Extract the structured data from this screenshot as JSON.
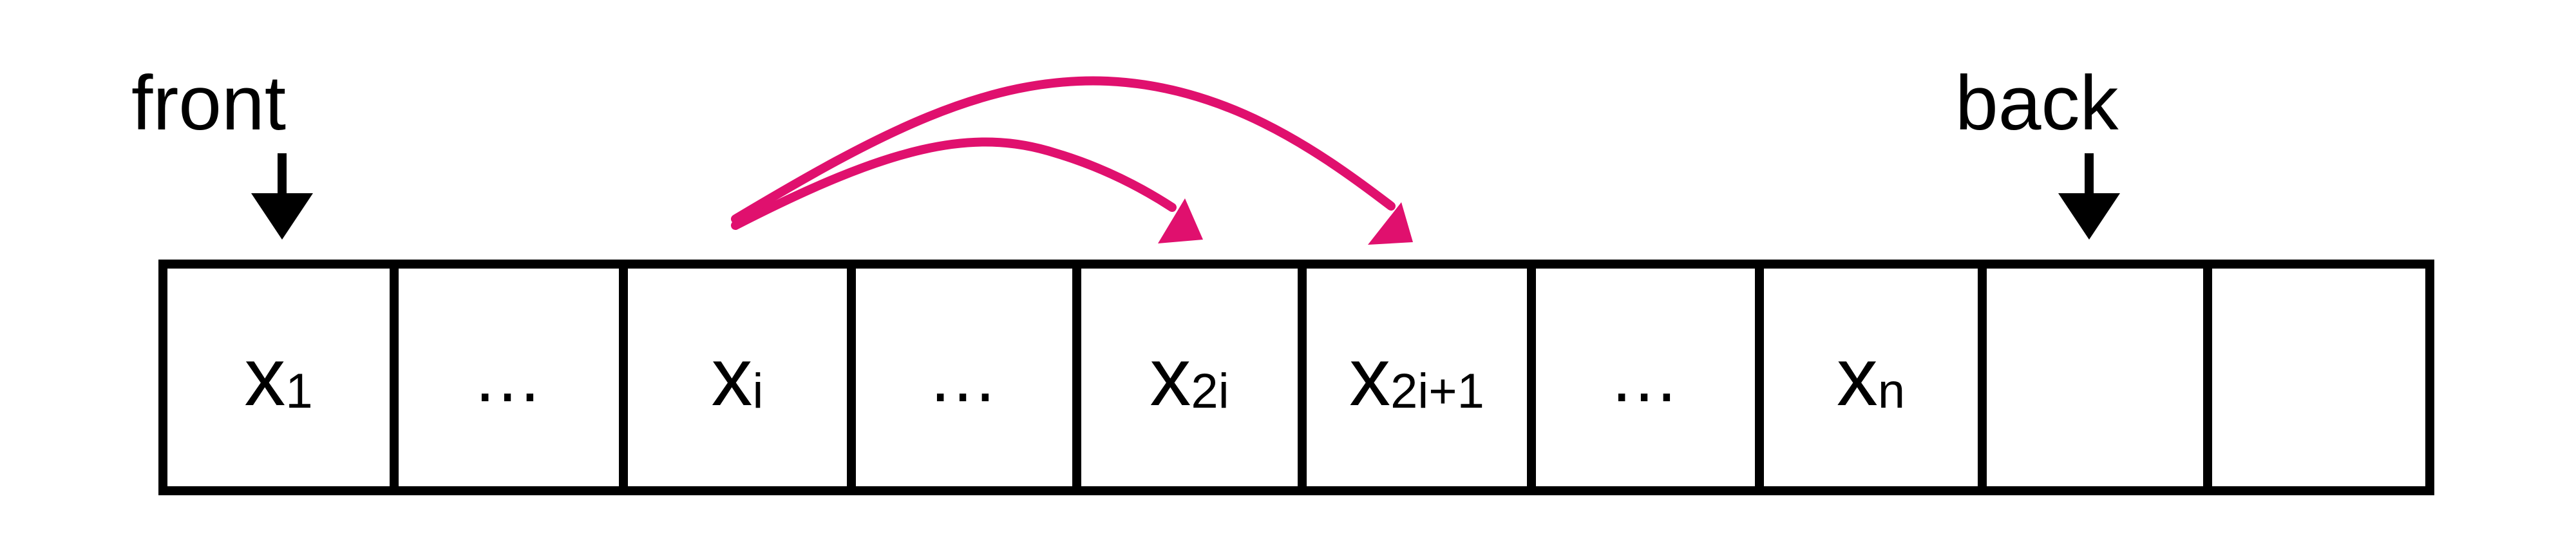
{
  "labels": {
    "front": "front",
    "back": "back"
  },
  "cells": [
    {
      "var": "x",
      "sub": "1",
      "dots": ""
    },
    {
      "var": "",
      "sub": "",
      "dots": "…"
    },
    {
      "var": "x",
      "sub": "i",
      "dots": ""
    },
    {
      "var": "",
      "sub": "",
      "dots": "…"
    },
    {
      "var": "x",
      "sub": "2i",
      "dots": ""
    },
    {
      "var": "x",
      "sub": "2i+1",
      "dots": ""
    },
    {
      "var": "",
      "sub": "",
      "dots": "…"
    },
    {
      "var": "x",
      "sub": "n",
      "dots": ""
    },
    {
      "var": "",
      "sub": "",
      "dots": ""
    },
    {
      "var": "",
      "sub": "",
      "dots": ""
    }
  ],
  "colors": {
    "arrow": "#e0106e",
    "border": "#000000"
  }
}
